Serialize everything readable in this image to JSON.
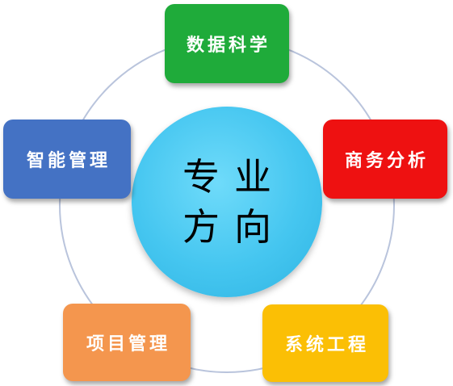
{
  "center": {
    "line1": "专业",
    "line2": "方向",
    "color": "#45c6f0"
  },
  "nodes": [
    {
      "id": "node-top",
      "label": "数据科学",
      "bg": "#1fab3a",
      "fg": "#ffffff"
    },
    {
      "id": "node-right",
      "label": "商务分析",
      "bg": "#ee1111",
      "fg": "#ffffff"
    },
    {
      "id": "node-left",
      "label": "智能管理",
      "bg": "#4472c4",
      "fg": "#ffffff"
    },
    {
      "id": "node-bleft",
      "label": "项目管理",
      "bg": "#f4964e",
      "fg": "#ffffff"
    },
    {
      "id": "node-bright",
      "label": "系统工程",
      "bg": "#fbbf05",
      "fg": "#ffffff"
    }
  ],
  "ring_color": "#b9c4dc"
}
